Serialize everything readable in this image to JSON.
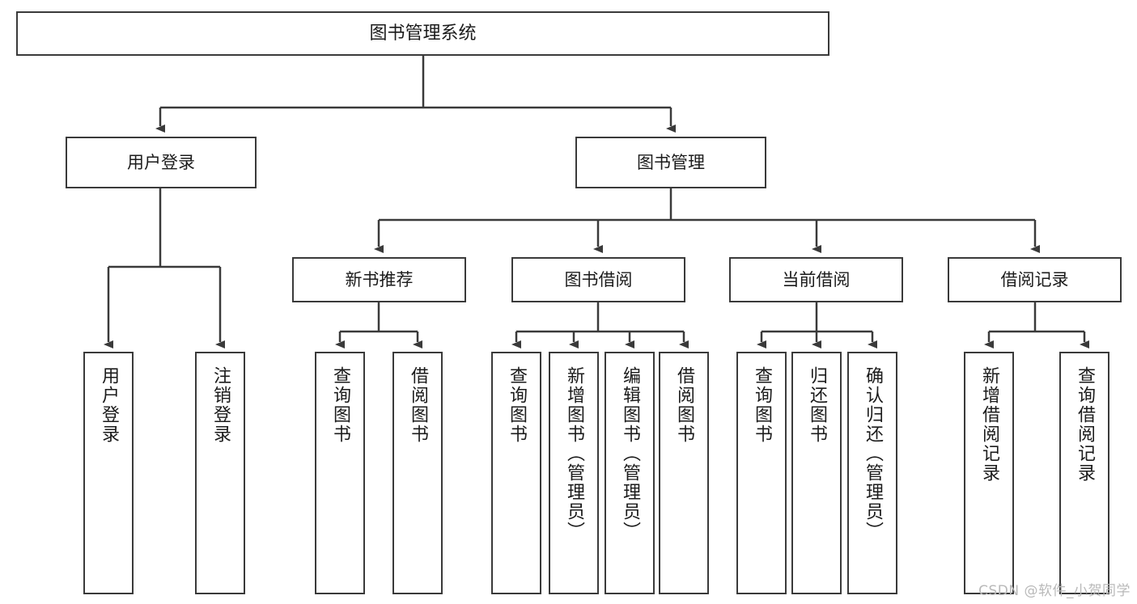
{
  "diagram": {
    "title": "图书管理系统",
    "type": "tree-hierarchy",
    "root": {
      "label": "图书管理系统"
    },
    "level2": [
      {
        "label": "用户登录"
      },
      {
        "label": "图书管理"
      }
    ],
    "level3": [
      {
        "label": "新书推荐"
      },
      {
        "label": "图书借阅"
      },
      {
        "label": "当前借阅"
      },
      {
        "label": "借阅记录"
      }
    ],
    "leaves": {
      "user_login": [
        {
          "label": "用户登录"
        },
        {
          "label": "注销登录"
        }
      ],
      "new_book_recommend": [
        {
          "label": "查询图书"
        },
        {
          "label": "借阅图书"
        }
      ],
      "book_borrow": [
        {
          "label": "查询图书"
        },
        {
          "label": "新增图书（管理员）"
        },
        {
          "label": "编辑图书（管理员）"
        },
        {
          "label": "借阅图书"
        }
      ],
      "current_borrow": [
        {
          "label": "查询图书"
        },
        {
          "label": "归还图书"
        },
        {
          "label": "确认归还（管理员）"
        }
      ],
      "borrow_record": [
        {
          "label": "新增借阅记录"
        },
        {
          "label": "查询借阅记录"
        }
      ]
    },
    "watermark": "CSDN @软件_小贺同学",
    "colors": {
      "border": "#3a3a3a",
      "text": "#1b1b1b",
      "background": "#ffffff",
      "watermark": "#b9b9b9"
    }
  }
}
